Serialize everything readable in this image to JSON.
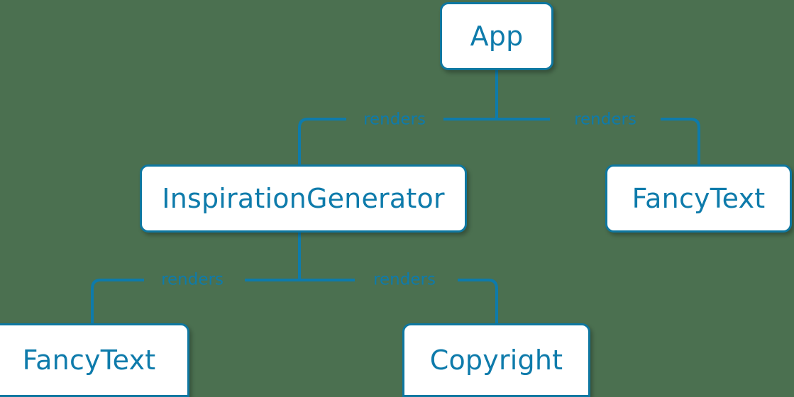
{
  "diagram": {
    "type": "component-tree",
    "background_color": "#4b7050",
    "accent_color": "#0e7bab",
    "node_border_color": "#0e77a0",
    "node_fill_color": "#ffffff",
    "nodes": [
      {
        "id": "app",
        "label": "App"
      },
      {
        "id": "inspgen",
        "label": "InspirationGenerator"
      },
      {
        "id": "fancy_r",
        "label": "FancyText"
      },
      {
        "id": "fancy_bl",
        "label": "FancyText"
      },
      {
        "id": "copyright",
        "label": "Copyright"
      }
    ],
    "edges": [
      {
        "from": "app",
        "to": "inspgen",
        "label": "renders"
      },
      {
        "from": "app",
        "to": "fancy_r",
        "label": "renders"
      },
      {
        "from": "inspgen",
        "to": "fancy_bl",
        "label": "renders"
      },
      {
        "from": "inspgen",
        "to": "copyright",
        "label": "renders"
      }
    ]
  }
}
